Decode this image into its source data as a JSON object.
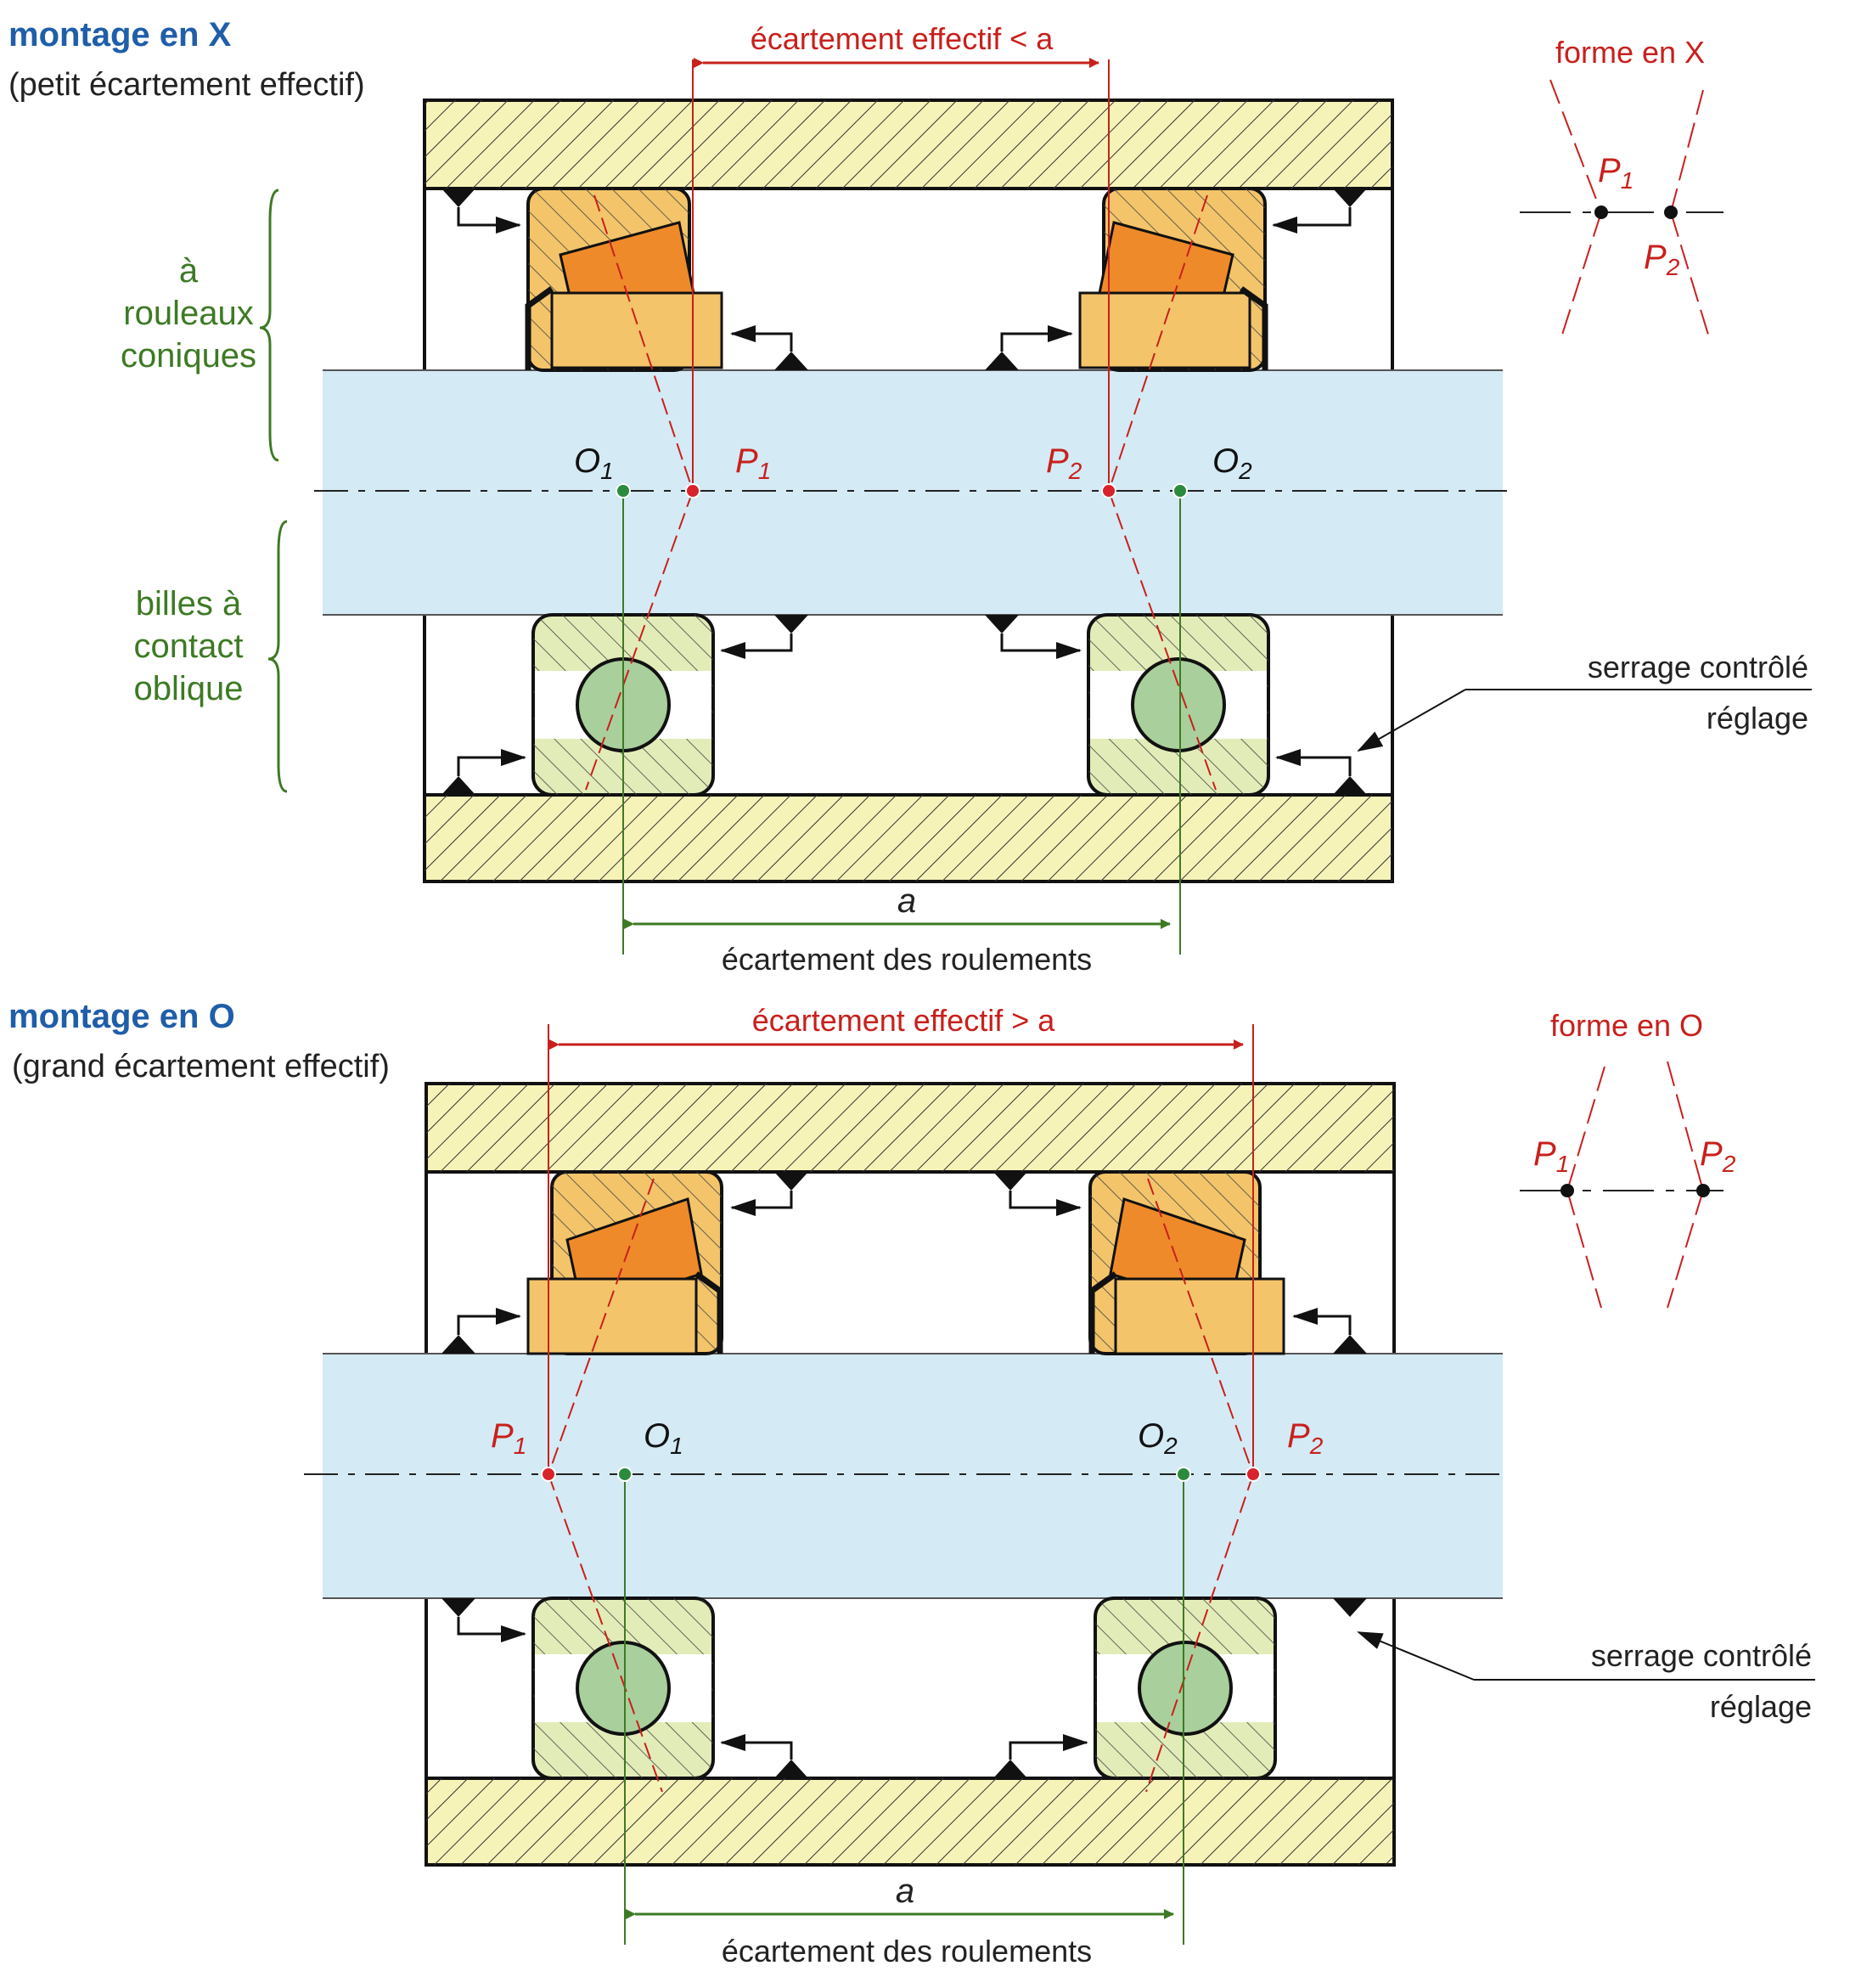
{
  "top": {
    "title": "montage en X",
    "subtitle": "(petit écartement effectif)",
    "effective_label": "écartement effectif < a",
    "forme_label": "forme en X",
    "a_label": "a",
    "spacing_label": "écartement des roulements",
    "serrage_label": "serrage contrôlé",
    "reglage_label": "réglage",
    "points": {
      "O1": "O",
      "O1_sub": "1",
      "O2": "O",
      "O2_sub": "2",
      "P1": "P",
      "P1_sub": "1",
      "P2": "P",
      "P2_sub": "2"
    }
  },
  "bottom": {
    "title": "montage en O",
    "subtitle": "(grand écartement effectif)",
    "effective_label": "écartement effectif > a",
    "forme_label": "forme en O",
    "a_label": "a",
    "spacing_label": "écartement des roulements",
    "serrage_label": "serrage contrôlé",
    "reglage_label": "réglage",
    "points": {
      "O1": "O",
      "O1_sub": "1",
      "O2": "O",
      "O2_sub": "2",
      "P1": "P",
      "P1_sub": "1",
      "P2": "P",
      "P2_sub": "2"
    }
  },
  "side_labels": {
    "tapered": [
      "à",
      "rouleaux",
      "coniques"
    ],
    "angular": [
      "billes à",
      "contact",
      "oblique"
    ]
  },
  "colors": {
    "title": "#1f5ea8",
    "annotation_red": "#c8201c",
    "annotation_green": "#3d7a24",
    "housing_fill": "#f6f3b8",
    "shaft_fill": "#d4eaf5",
    "roller_ring_fill": "#f3c46a",
    "roller_fill": "#ee8a2a",
    "ball_ring_fill": "#e2ecb8",
    "ball_fill": "#a9cf9c"
  }
}
